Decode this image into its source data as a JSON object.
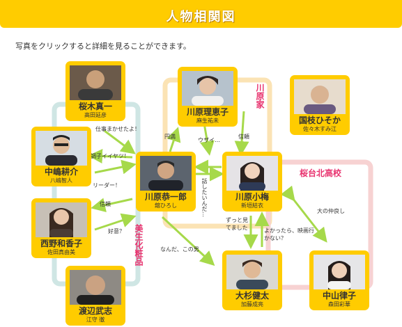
{
  "page": {
    "title": "人物相関図",
    "instruction": "写真をクリックすると詳細を見ることができます。"
  },
  "characters": [
    {
      "id": "sakuragi",
      "name": "桜木真一",
      "actor": "高田延彦"
    },
    {
      "id": "kawahara-rieko",
      "name": "川原理恵子",
      "actor": "麻生祐未"
    },
    {
      "id": "kunieda",
      "name": "国枝ひそか",
      "actor": "佐々木すみ江"
    },
    {
      "id": "nakajima",
      "name": "中嶋耕介",
      "actor": "八嶋智人"
    },
    {
      "id": "kawahara-kyoichiro",
      "name": "川原恭一郎",
      "actor": "舘ひろし"
    },
    {
      "id": "kawahara-koume",
      "name": "川原小梅",
      "actor": "新垣結衣"
    },
    {
      "id": "nishino",
      "name": "西野和香子",
      "actor": "佐田真由美"
    },
    {
      "id": "osugi",
      "name": "大杉健太",
      "actor": "加藤成亮"
    },
    {
      "id": "nakayama",
      "name": "中山律子",
      "actor": "森田彩華"
    },
    {
      "id": "watanabe",
      "name": "渡辺武志",
      "actor": "江守 徹"
    }
  ],
  "groups": {
    "kawahara_family": "川原家",
    "sakuradai": "桜台北高校",
    "cosmetics": "美生化粧品"
  },
  "relations": {
    "shigoto": "仕事まかせたよ！",
    "choushi": "調子イイヤツ！",
    "leader": "リーダー！",
    "shinrai_left": "信頼",
    "kouisu": "好意？",
    "enman": "円満",
    "uzai": "ウザイ…",
    "shinrai_right": "信頼",
    "hanashitai": "話したいんだ…",
    "nanda": "なんだ、この男",
    "zutto": "ずっと見てました",
    "yokattara": "よかったら、映画行かない？",
    "nakayoshi": "大の仲良し"
  },
  "colors": {
    "banner": "#ffcc00",
    "card": "#ffcc00",
    "arrow": "#a6d94a",
    "cosmetics_frame": "#cfe6e4",
    "family_frame": "#fbe3b4",
    "school_frame": "#f7d2d2",
    "group_label": "#e8326e"
  }
}
